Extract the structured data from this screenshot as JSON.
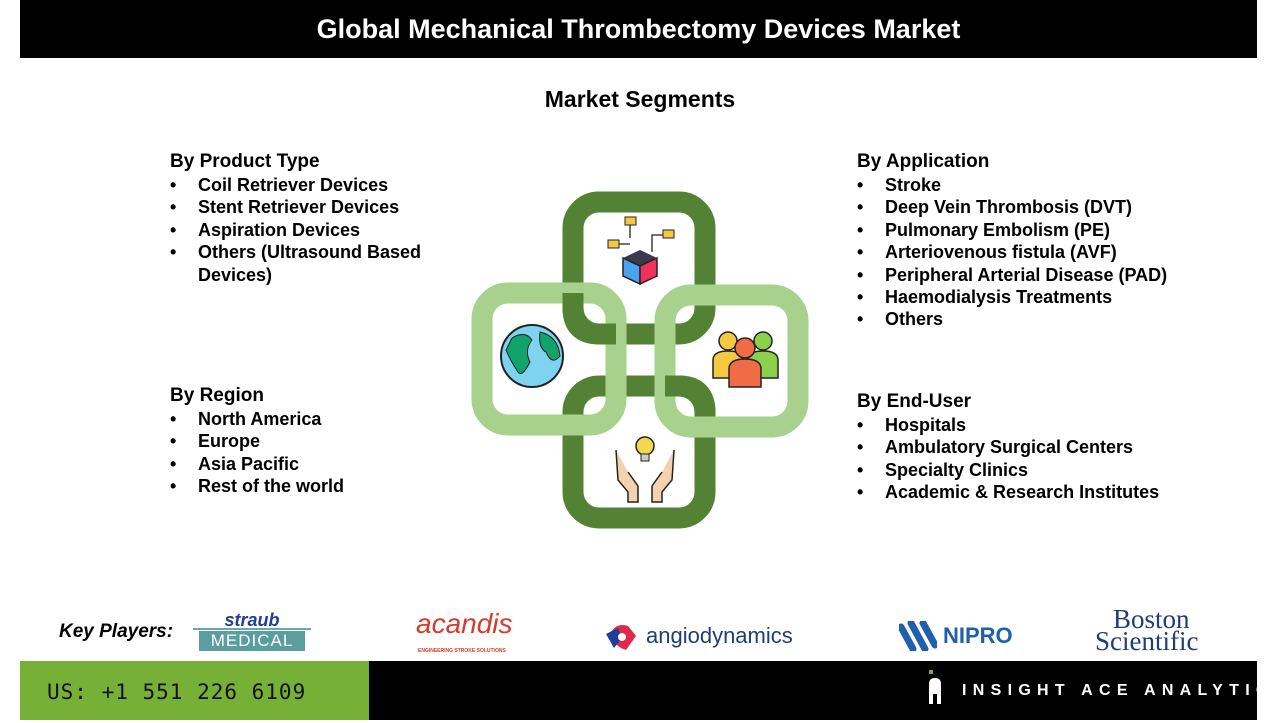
{
  "title": "Global Mechanical Thrombectomy Devices Market",
  "subtitle": "Market Segments",
  "segments": {
    "product_type": {
      "heading": "By Product Type",
      "items": [
        "Coil Retriever Devices",
        "Stent Retriever Devices",
        "Aspiration Devices",
        "Others (Ultrasound Based Devices)"
      ]
    },
    "region": {
      "heading": "By Region",
      "items": [
        "North America",
        "Europe",
        "Asia Pacific",
        "Rest of the world"
      ]
    },
    "application": {
      "heading": "By Application",
      "items": [
        "Stroke",
        "Deep Vein Thrombosis (DVT)",
        "Pulmonary Embolism (PE)",
        "Arteriovenous fistula (AVF)",
        "Peripheral Arterial Disease (PAD)",
        "Haemodialysis Treatments",
        "Others"
      ]
    },
    "end_user": {
      "heading": "By End-User",
      "items": [
        "Hospitals",
        "Ambulatory Surgical Centers",
        "Specialty Clinics",
        "Academic & Research Institutes"
      ]
    }
  },
  "key_players": {
    "label": "Key Players:",
    "logos": {
      "straub_top": "straub",
      "straub_bottom": "MEDICAL",
      "acandis": "acandis",
      "acandis_tag": "ENGINEERING STROKE SOLUTIONS",
      "angiodynamics": "angiodynamics",
      "nipro": "NIPRO",
      "boston_1": "Boston",
      "boston_2": "Scientific"
    }
  },
  "footer": {
    "phone": "US: +1 551 226 6109",
    "brand": "INSIGHT ACE ANALYTIC"
  },
  "colors": {
    "dark_green": "#548235",
    "light_green": "#a9d18e",
    "footer_green": "#76b036"
  }
}
